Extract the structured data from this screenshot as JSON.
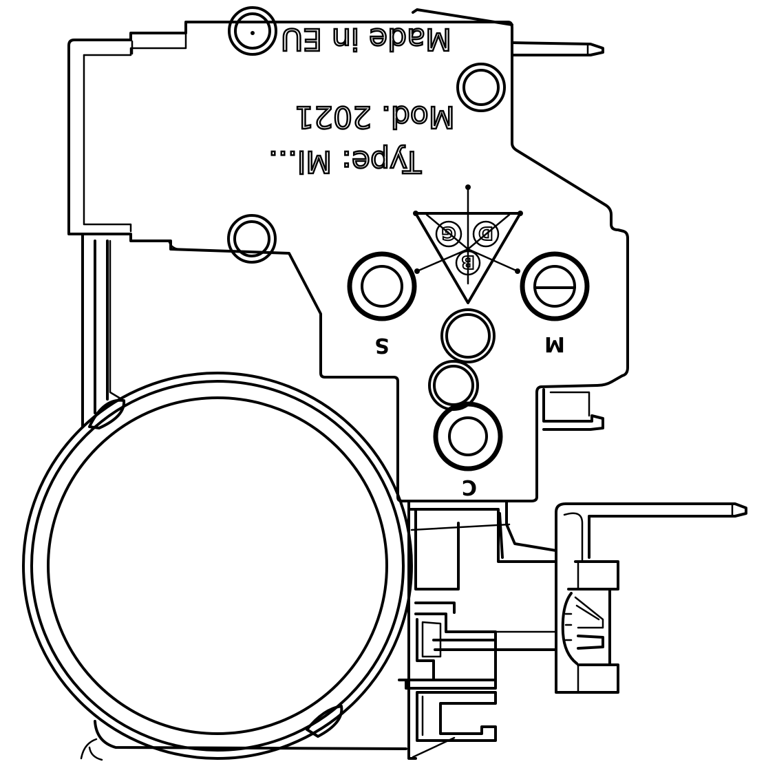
{
  "label_made_in": "Made in EU",
  "label_model": "Mod. 2021",
  "label_type": "Type: Ml...",
  "pins": {
    "start": "S",
    "main": "M",
    "common": "C"
  },
  "logo": {
    "top_left": "G",
    "top_right": "D",
    "bottom": "B"
  }
}
